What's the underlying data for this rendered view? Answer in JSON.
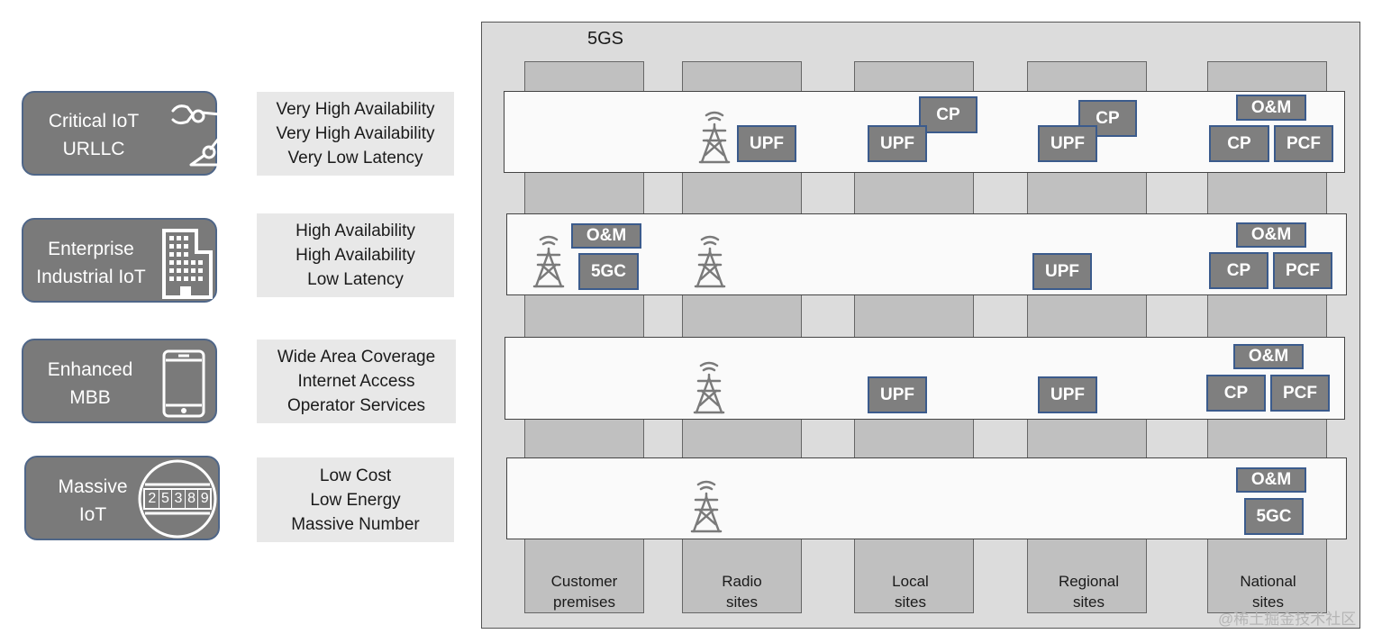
{
  "categories": [
    {
      "label": "Critical IoT\nURLLC",
      "icon": "robot-arm-icon"
    },
    {
      "label": "Enterprise\nIndustrial IoT",
      "icon": "building-icon"
    },
    {
      "label": "Enhanced\nMBB",
      "icon": "smartphone-icon"
    },
    {
      "label": "Massive\nIoT",
      "icon": "meter-icon",
      "meter_digits": [
        "2",
        "5",
        "3",
        "8",
        "9"
      ]
    }
  ],
  "requirements": [
    [
      "Very High Availability",
      "Very High Availability",
      "Very Low Latency"
    ],
    [
      "High Availability",
      "High Availability",
      "Low Latency"
    ],
    [
      "Wide Area Coverage",
      "Internet Access",
      "Operator Services"
    ],
    [
      "Low Cost",
      "Low Energy",
      "Massive Number"
    ]
  ],
  "system": {
    "title": "5GS",
    "sites": [
      "Customer\npremises",
      "Radio\nsites",
      "Local\nsites",
      "Regional\nsites",
      "National\nsites"
    ]
  },
  "functions": {
    "upf": "UPF",
    "cp": "CP",
    "pcf": "PCF",
    "om": "O&M",
    "core": "5GC"
  },
  "watermark": "@稀土掘金技术社区",
  "colors": {
    "card_fill": "#7a7a7a",
    "card_border": "#4f6688",
    "nf_fill": "#7f7f7f",
    "nf_border": "#3b5b8c",
    "frame_fill": "#dcdcdc",
    "column_fill": "#c0c0c0",
    "slice_fill": "#fafafa"
  }
}
